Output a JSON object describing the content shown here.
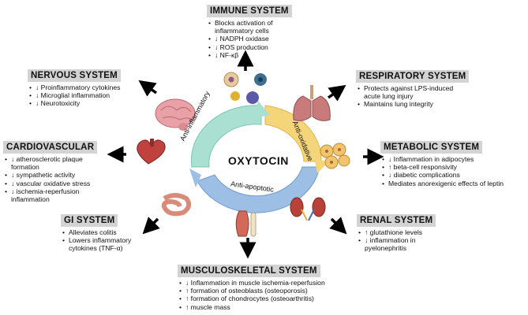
{
  "center": {
    "label": "OXYTOCIN"
  },
  "ring": {
    "anti_inflammatory": "Anti-inflammatory",
    "anti_oxidative": "Anti-oxidative",
    "anti_apoptotic": "Anti-apoptotic",
    "colors": {
      "anti_inflammatory": "#a9e0d2",
      "anti_oxidative": "#f5d57a",
      "anti_apoptotic": "#9dbfe6"
    }
  },
  "systems": {
    "immune": {
      "title": "IMMUNE SYSTEM",
      "items": [
        "Blocks activation of inflammatory cells",
        "↓ NADPH oxidase",
        "↓ ROS production",
        "↓ NF-κβ"
      ]
    },
    "nervous": {
      "title": "NERVOUS SYSTEM",
      "items": [
        "↓ Proinflammatory cytokines",
        "↓ Microglial inflammation",
        "↓ Neurotoxicity"
      ]
    },
    "respiratory": {
      "title": "RESPIRATORY SYSTEM",
      "items": [
        "Protects against LPS-induced acute lung injury",
        "Maintains lung integrity"
      ]
    },
    "cardiovascular": {
      "title": "CARDIOVASCULAR",
      "items": [
        "↓ atherosclerotic plaque formation",
        "↓ sympathetic activity",
        "↓ vascular oxidative stress",
        "↓ ischemia-reperfusion inflammation"
      ]
    },
    "metabolic": {
      "title": "METABOLIC SYSTEM",
      "items": [
        "↓ Inflammation in adipocytes",
        "↑ beta-cell responsivity",
        "↓ diabetic complications",
        "Mediates anorexigenic effects of leptin"
      ]
    },
    "gi": {
      "title": "GI SYSTEM",
      "items": [
        "Alleviates colitis",
        "Lowers inflammatory cytokines  (TNF-α)"
      ]
    },
    "renal": {
      "title": "RENAL SYSTEM",
      "items": [
        "↑ glutathione levels",
        "↓ inflammation in pyelonephritis"
      ]
    },
    "musculoskeletal": {
      "title": "MUSCULOSKELETAL SYSTEM",
      "items": [
        "↓ Inflammation in muscle ischemia-reperfusion",
        "↑ formation of osteoblasts (osteoporosis)",
        "↑ formation of chondrocytes (osteoarthritis)",
        "↑ muscle mass"
      ]
    }
  },
  "icons": [
    "immune-cells-icon",
    "brain-icon",
    "lungs-icon",
    "heart-icon",
    "adipocytes-icon",
    "intestine-icon",
    "kidneys-icon",
    "muscle-bone-icon"
  ]
}
